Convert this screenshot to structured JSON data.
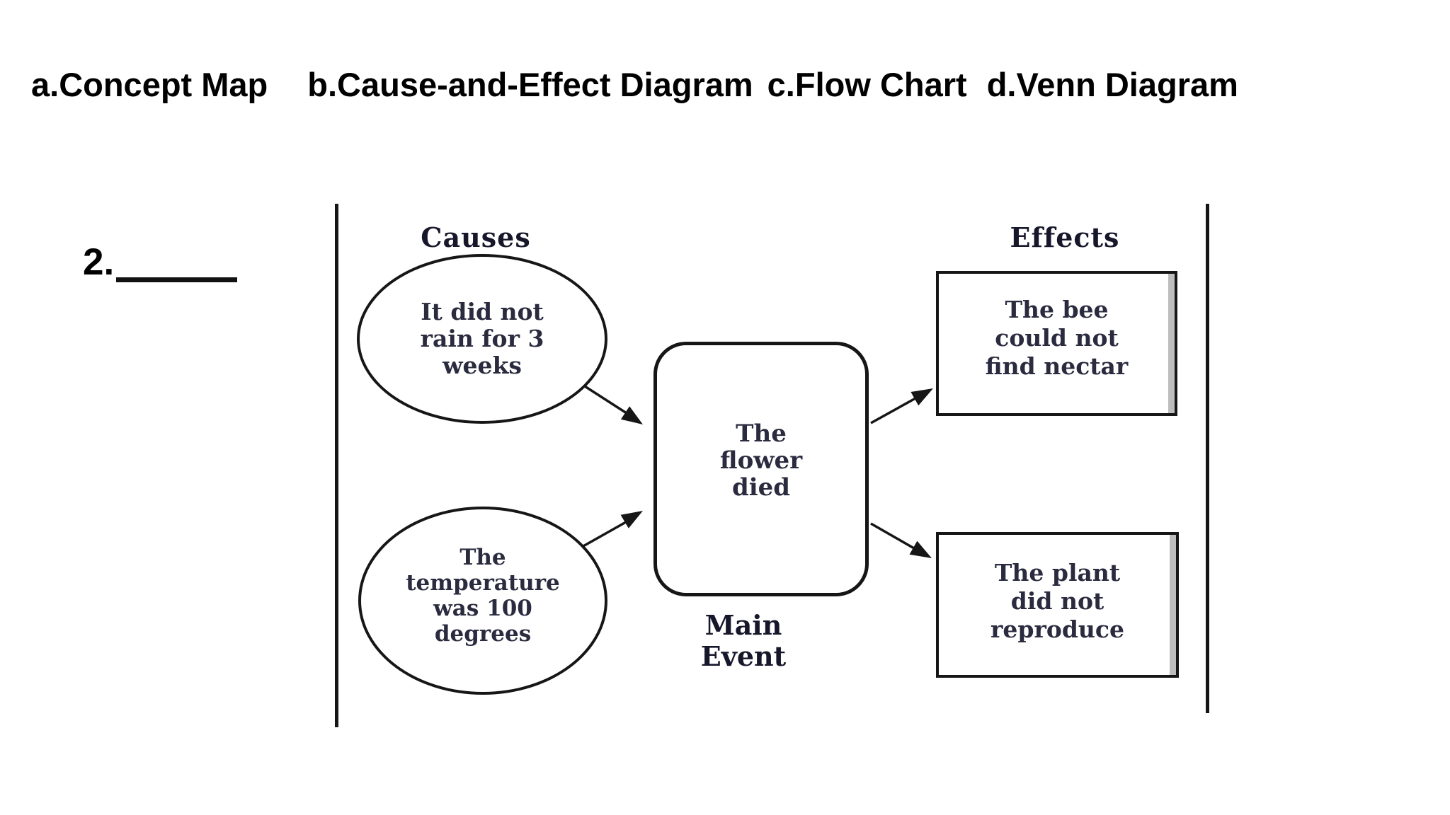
{
  "colors": {
    "paper": "#ffffff",
    "header_text": "#000000",
    "underline": "#111111",
    "ink": "#161616",
    "label_text": "#17172b",
    "node_text": "#2b2b40",
    "shadow": "#bdbdbd"
  },
  "answer_options": {
    "a": "a.Concept Map",
    "b": "b.Cause-and-Effect Diagram",
    "c": "c.Flow Chart",
    "d": "d.Venn Diagram"
  },
  "question": {
    "number_label": "2."
  },
  "diagram": {
    "causes_label": "Causes",
    "effects_label": "Effects",
    "main_event_caption": {
      "line1": "Main",
      "line2": "Event"
    },
    "cause_nodes": [
      {
        "line1": "It did not",
        "line2": "rain for 3",
        "line3": "weeks"
      },
      {
        "line1": "The",
        "line2": "temperature",
        "line3": "was 100",
        "line4": "degrees"
      }
    ],
    "main_event_node": {
      "line1": "The",
      "line2": "flower",
      "line3": "died"
    },
    "effect_nodes": [
      {
        "line1": "The bee",
        "line2": "could not",
        "line3": "find nectar"
      },
      {
        "line1": "The plant",
        "line2": "did not",
        "line3": "reproduce"
      }
    ]
  }
}
